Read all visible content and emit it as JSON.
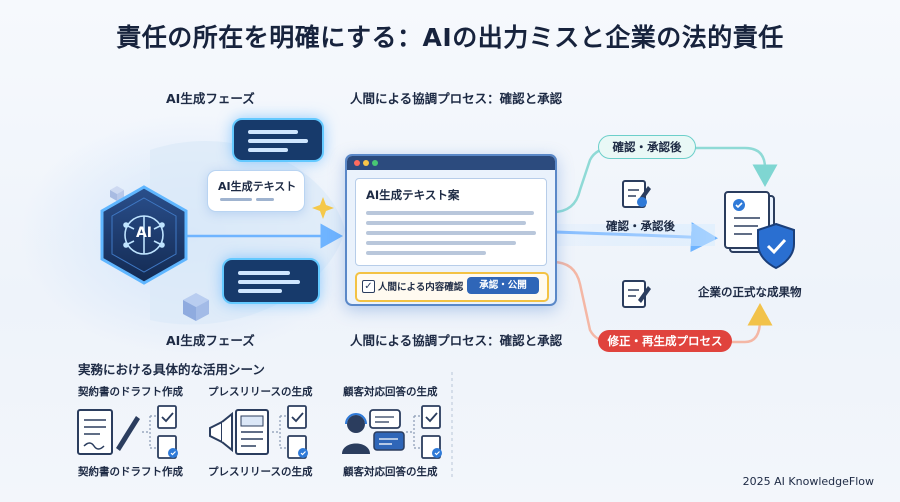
{
  "title": "責任の所在を明確にする：AIの出力ミスと企業の法的責任",
  "ai_phase": {
    "label_top": "AI生成フェーズ",
    "label_bottom": "AI生成フェーズ",
    "chip_ai": "AI",
    "bubble_text": "AI生成テキスト"
  },
  "human_process": {
    "label_top": "人間による協調プロセス：確認と承認",
    "label_bottom": "人間による協調プロセス：確認と承認",
    "draft_title": "AI生成テキスト案",
    "check_label": "人間による内容確認",
    "approve_button": "承認・公開"
  },
  "flows": {
    "approved_tag": "確認・承認後",
    "approved_label": "確認・承認後",
    "revise_tag": "修正・再生成プロセス"
  },
  "result": {
    "label": "企業の正式な成果物"
  },
  "scenes": {
    "heading": "実務における具体的な活用シーン",
    "items": [
      {
        "top": "契約書のドラフト作成",
        "bottom": "契約書のドラフト作成"
      },
      {
        "top": "プレスリリースの生成",
        "bottom": "プレスリリースの生成"
      },
      {
        "top": "顧客対応回答の生成",
        "bottom": "顧客対応回答の生成"
      }
    ]
  },
  "footer": "2025 AI KnowledgeFlow",
  "colors": {
    "navy": "#17233d",
    "teal": "#3fb8b8",
    "blue_accent": "#3a8ee6",
    "red": "#e0433d",
    "yellow": "#f3c244"
  }
}
